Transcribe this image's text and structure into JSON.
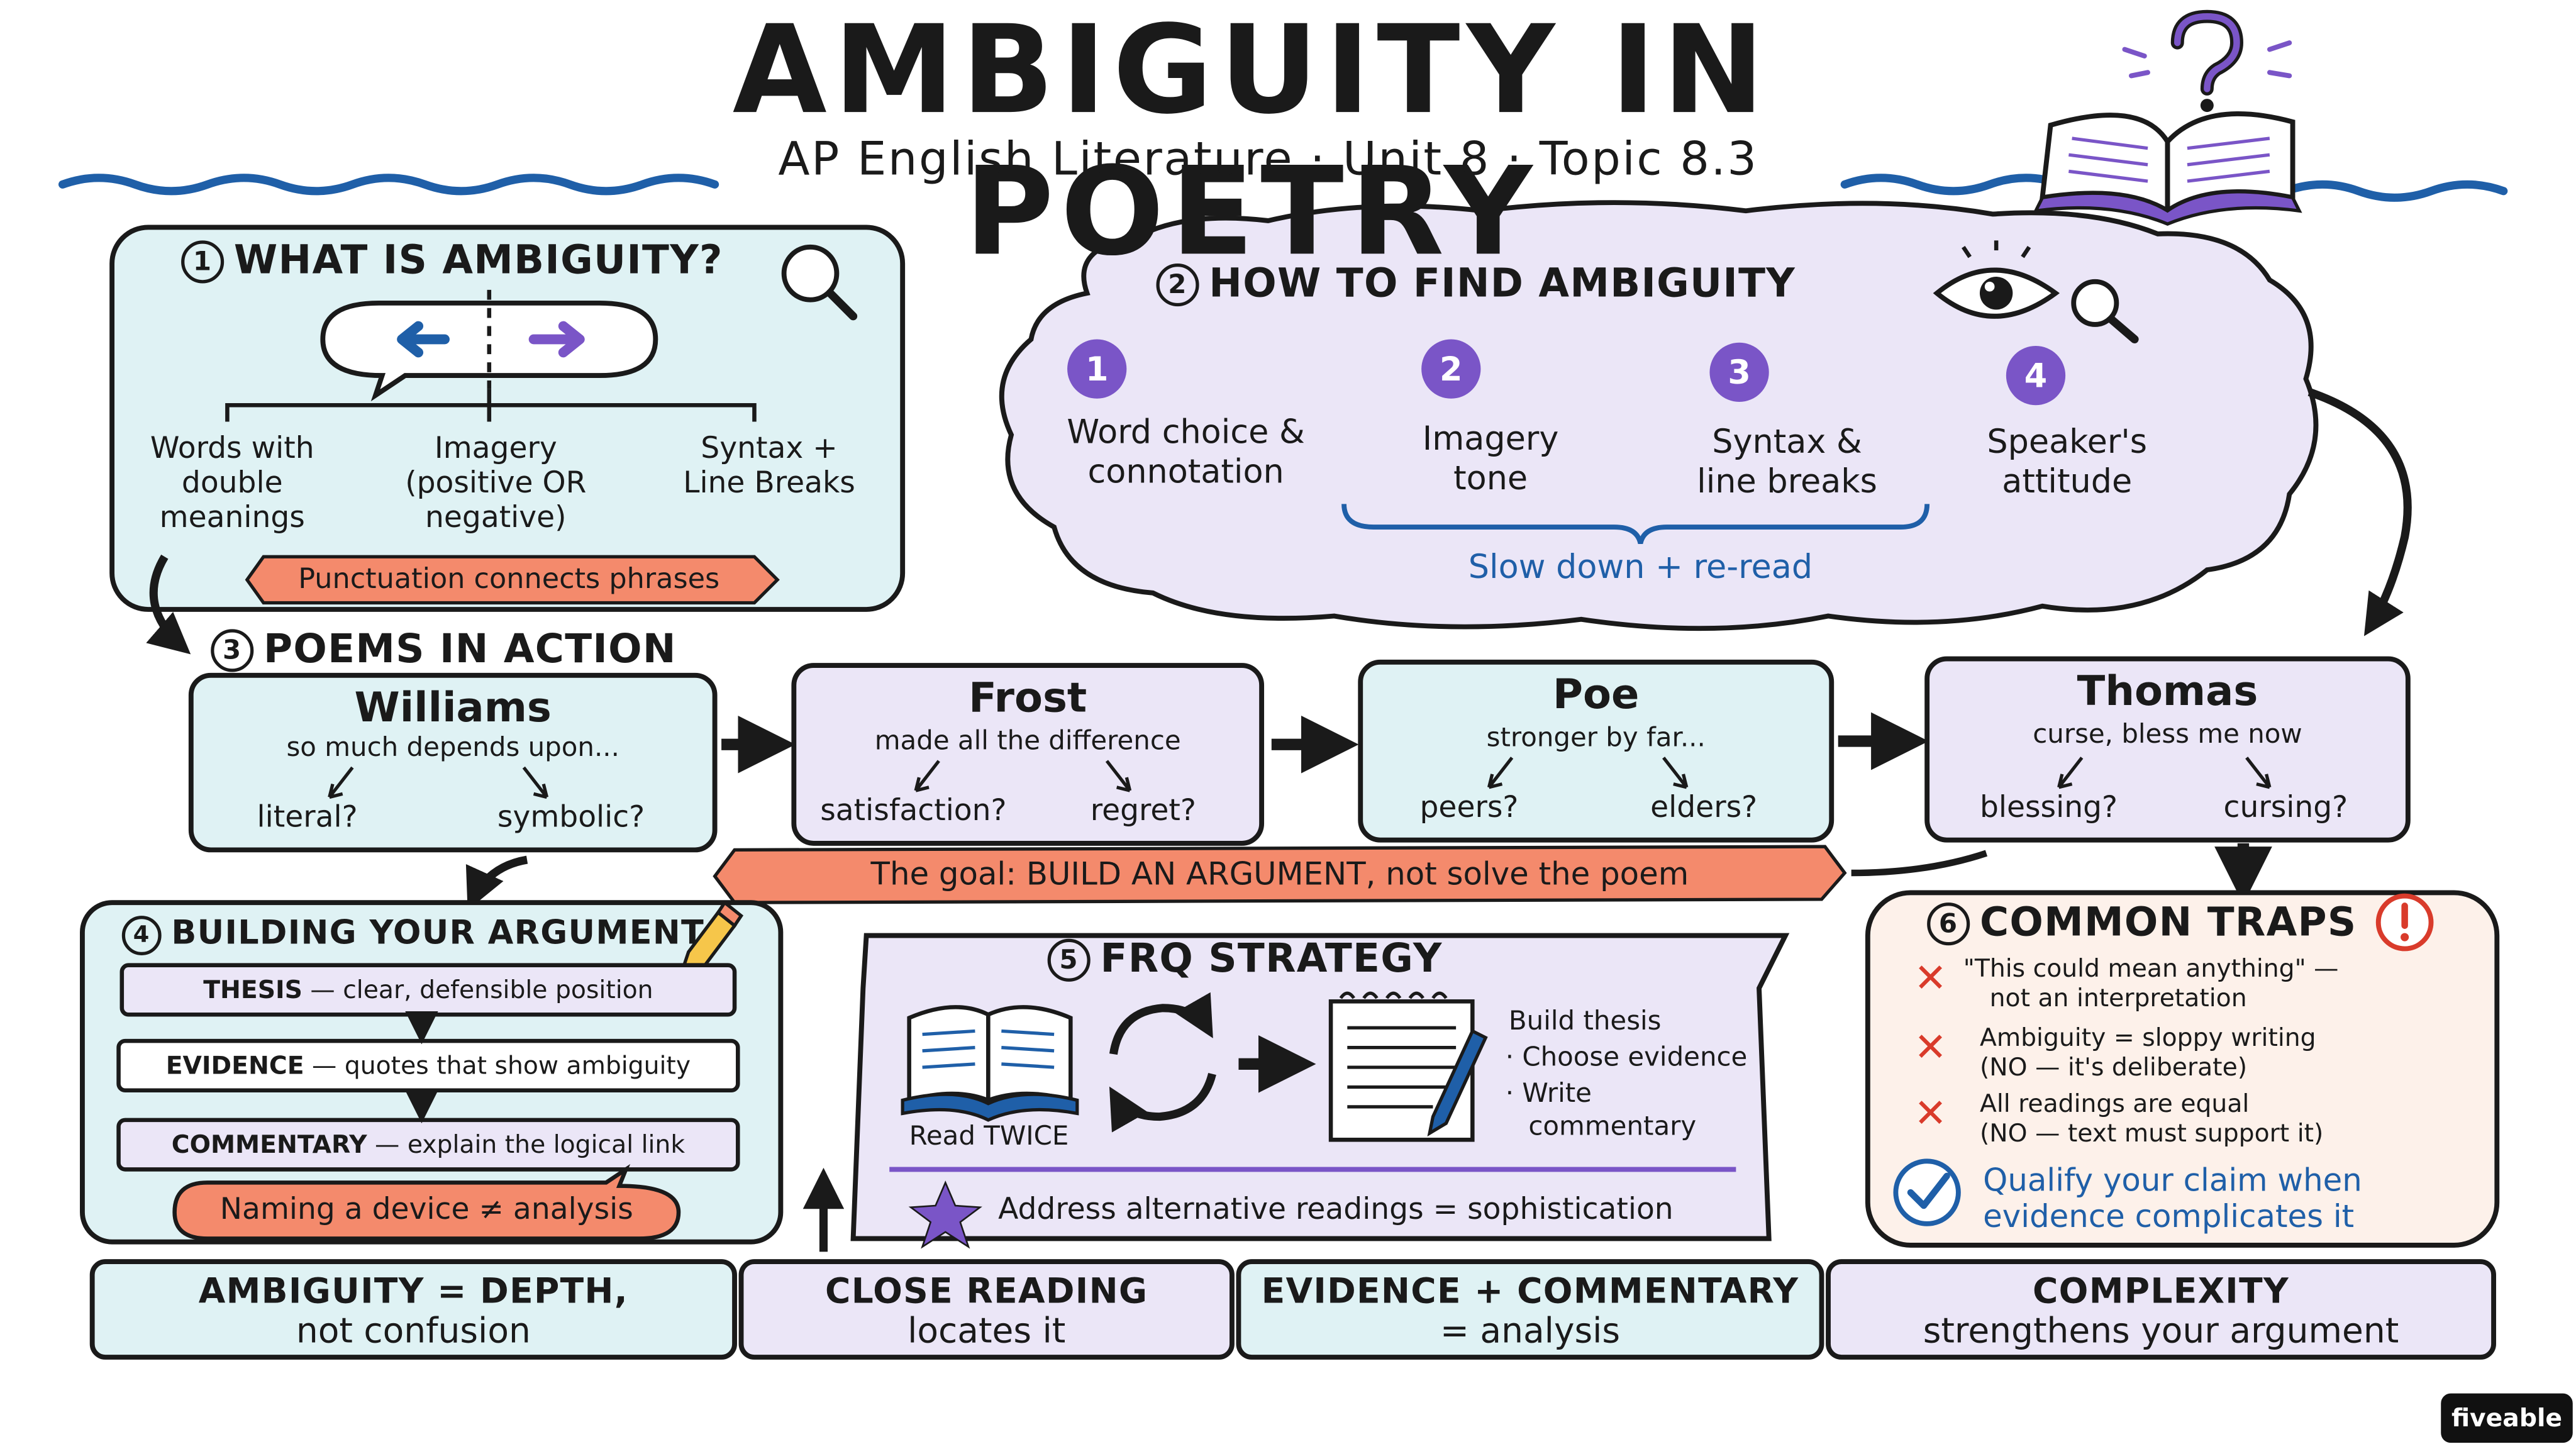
{
  "title": "AMBIGUITY IN POETRY",
  "subtitle": "AP English Literature  ·  Unit 8  ·  Topic 8.3",
  "section1": {
    "number": "1",
    "heading": "WHAT IS AMBIGUITY?",
    "items": [
      "Words with double meanings",
      "Imagery (positive OR negative)",
      "Syntax + Line Breaks"
    ],
    "ribbon": "Punctuation connects phrases"
  },
  "section2": {
    "number": "2",
    "heading": "HOW TO FIND AMBIGUITY",
    "steps": [
      {
        "number": "1",
        "label": "Word choice & connotation"
      },
      {
        "number": "2",
        "label": "Imagery tone"
      },
      {
        "number": "3",
        "label": "Syntax & line breaks"
      },
      {
        "number": "4",
        "label": "Speaker's attitude"
      }
    ],
    "bracket_label": "Slow down + re-read"
  },
  "section3": {
    "number": "3",
    "heading": "POEMS IN ACTION",
    "poems": [
      {
        "name": "Williams",
        "quote": "so much depends upon...",
        "options": [
          "literal?",
          "symbolic?"
        ]
      },
      {
        "name": "Frost",
        "quote": "made all the difference",
        "options": [
          "satisfaction?",
          "regret?"
        ]
      },
      {
        "name": "Poe",
        "quote": "stronger by far...",
        "options": [
          "peers?",
          "elders?"
        ]
      },
      {
        "name": "Thomas",
        "quote": "curse, bless me now",
        "options": [
          "blessing?",
          "cursing?"
        ]
      }
    ],
    "goal": "The goal:  BUILD AN ARGUMENT,  not solve the poem"
  },
  "section4": {
    "number": "4",
    "heading": "BUILDING YOUR ARGUMENT",
    "steps": [
      {
        "key": "THESIS",
        "text": " — clear, defensible position"
      },
      {
        "key": "EVIDENCE",
        "text": " — quotes that show ambiguity"
      },
      {
        "key": "COMMENTARY",
        "text": " — explain the logical link"
      }
    ],
    "bubble": "Naming a device ≠ analysis"
  },
  "section5": {
    "number": "5",
    "heading": "FRQ STRATEGY",
    "read_label": "Read TWICE",
    "plan": [
      "Build thesis",
      "· Choose evidence",
      "· Write",
      "commentary"
    ],
    "footer": "Address alternative readings  =  sophistication"
  },
  "section6": {
    "number": "6",
    "heading": "COMMON TRAPS",
    "traps": [
      {
        "line1": "\"This could mean anything\" —",
        "line2": "not an interpretation"
      },
      {
        "line1": "Ambiguity = sloppy writing",
        "line2": "(NO — it's deliberate)"
      },
      {
        "line1": "All readings are equal",
        "line2": "(NO — text must support it)"
      }
    ],
    "qualify": [
      "Qualify your claim when",
      "evidence complicates it"
    ]
  },
  "bottom": [
    {
      "line1": "AMBIGUITY = DEPTH,",
      "line2": "not confusion"
    },
    {
      "line1": "CLOSE READING",
      "line2": "locates it"
    },
    {
      "line1": "EVIDENCE + COMMENTARY",
      "line2": "= analysis"
    },
    {
      "line1": "COMPLEXITY",
      "line2": "strengthens your argument"
    }
  ],
  "brand": "fiveable",
  "colors": {
    "blue_fill": "#dff2f4",
    "purple_fill": "#ebe6f7",
    "peach_fill": "#fdf1ea",
    "coral": "#f48a6c",
    "purple_accent": "#7a55c7",
    "wave_blue": "#1f5fa8",
    "red_x": "#d93b2b"
  }
}
